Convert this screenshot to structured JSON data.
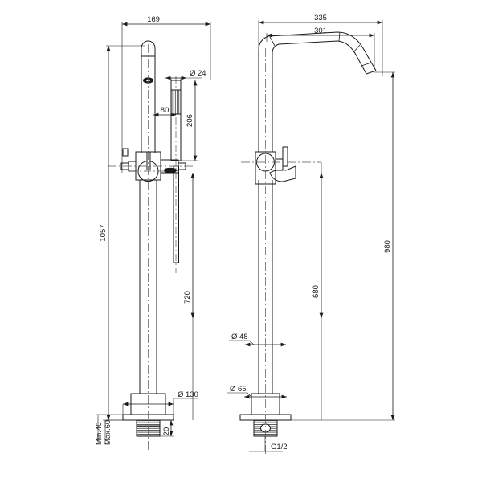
{
  "drawing": {
    "type": "technical-dimension-drawing",
    "subject": "Floor-standing bath shower mixer tap",
    "units": "mm",
    "background_color": "#ffffff",
    "line_color": "#1a1a1a",
    "views": [
      {
        "id": "front-view",
        "label": "",
        "position": "left"
      },
      {
        "id": "side-view",
        "label": "",
        "position": "right"
      }
    ]
  },
  "front_view": {
    "dimensions": {
      "overall_width": "169",
      "overall_height": "1057",
      "handshower_diameter": "Ø 24",
      "handshower_length": "206",
      "handshower_offset": "80",
      "valve_to_floor": "720",
      "base_diameter": "Ø 130",
      "base_thread_height": "20",
      "floor_min": "Min.40",
      "floor_max": "Max.60"
    }
  },
  "side_view": {
    "dimensions": {
      "spout_overall_reach": "335",
      "spout_reach": "301",
      "overall_height": "980",
      "valve_to_floor": "680",
      "riser_diameter": "Ø 48",
      "base_diameter": "Ø 65",
      "connection_thread": "G1/2"
    }
  },
  "labels": {
    "d169": "169",
    "d1057": "1057",
    "d24": "Ø 24",
    "d206": "206",
    "d80": "80",
    "d720": "720",
    "d130": "Ø 130",
    "d20": "20",
    "dmin40": "Min.40",
    "dmax60": "Max.60",
    "d335": "335",
    "d301": "301",
    "d980": "980",
    "d680": "680",
    "d48": "Ø 48",
    "d65": "Ø 65",
    "dg12": "G1/2"
  }
}
